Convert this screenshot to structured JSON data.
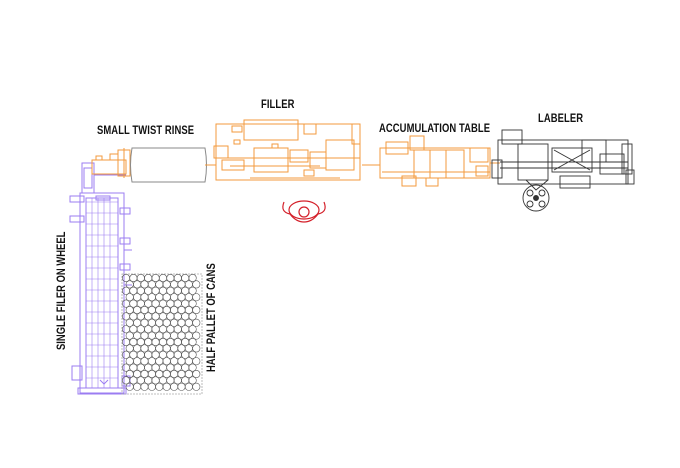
{
  "labels": {
    "small_twist_rinse": "SMALL TWIST RINSE",
    "filler": "FILLER",
    "accumulation_table": "ACCUMULATION TABLE",
    "labeler": "LABELER",
    "single_filer_on_wheel": "SINGLE FILER ON WHEEL",
    "half_pallet_of_cans": "HALF PALLET OF CANS"
  },
  "colors": {
    "single_filer": "#9b7cf2",
    "production_line": "#f39a3c",
    "operator": "#d4202a",
    "labeler": "#333333",
    "pallet": "#555555"
  },
  "icons": {
    "operator": "operator-top-view-icon",
    "cans": "can-circle-icon"
  }
}
